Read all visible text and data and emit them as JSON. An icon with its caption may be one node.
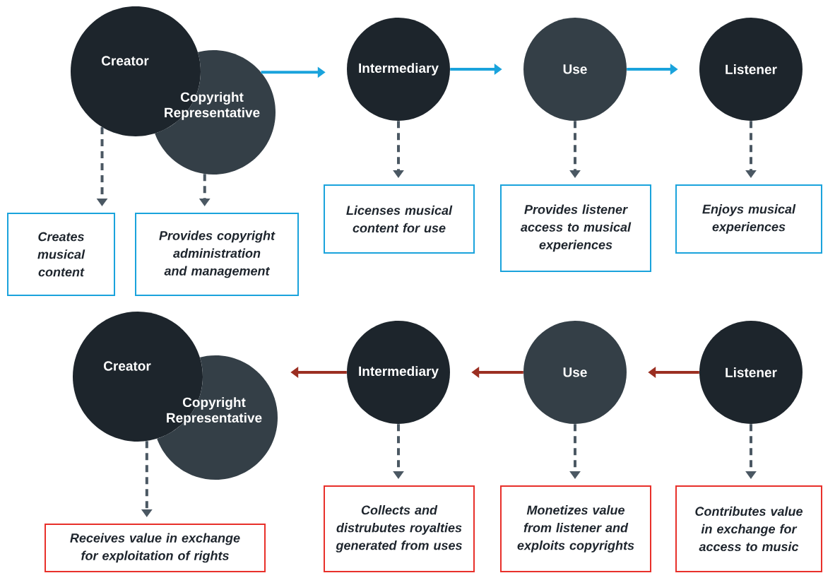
{
  "diagram": {
    "nodes": [
      {
        "text": [
          "Creator"
        ]
      },
      {
        "text": [
          "Copyright Representative"
        ]
      },
      {
        "text": [
          "Intermediary"
        ]
      },
      {
        "text": [
          "Use"
        ]
      },
      {
        "text": [
          "Listener"
        ]
      },
      {
        "text": [
          "Creates musical content"
        ]
      },
      {
        "text": [
          "Provides copyright administration and management"
        ]
      },
      {
        "text": [
          "Licenses musical content for use"
        ]
      },
      {
        "text": [
          "Provides listener access to musical experiences"
        ]
      },
      {
        "text": [
          "Enjoys musical experiences"
        ]
      },
      {
        "text": [
          "Creator"
        ]
      },
      {
        "text": [
          "Copyright Representative"
        ]
      },
      {
        "text": [
          "Intermediary"
        ]
      },
      {
        "text": [
          "Use"
        ]
      },
      {
        "text": [
          "Listener"
        ]
      },
      {
        "text": [
          "Receives value in exchange for exploitation of rights"
        ]
      },
      {
        "text": [
          "Collects and distrubutes royalties generated from uses"
        ]
      },
      {
        "text": [
          "Monetizes value from listener and exploits copyrights"
        ]
      },
      {
        "text": [
          "Contributes value in exchange for access to music"
        ]
      }
    ],
    "edges": [
      {
        "from": 1,
        "to": 2,
        "arrow": "to",
        "color": "#1aa3dc"
      },
      {
        "from": 2,
        "to": 3,
        "arrow": "to",
        "color": "#1aa3dc"
      },
      {
        "from": 3,
        "to": 4,
        "arrow": "to",
        "color": "#1aa3dc"
      },
      {
        "from": 0,
        "to": 5,
        "arrow": "to",
        "style": "dashed"
      },
      {
        "from": 1,
        "to": 6,
        "arrow": "to",
        "style": "dashed"
      },
      {
        "from": 2,
        "to": 7,
        "arrow": "to",
        "style": "dashed"
      },
      {
        "from": 3,
        "to": 8,
        "arrow": "to",
        "style": "dashed"
      },
      {
        "from": 4,
        "to": 9,
        "arrow": "to",
        "style": "dashed"
      },
      {
        "from": 12,
        "to": 11,
        "arrow": "to",
        "color": "#9b2f22"
      },
      {
        "from": 13,
        "to": 12,
        "arrow": "to",
        "color": "#9b2f22"
      },
      {
        "from": 14,
        "to": 13,
        "arrow": "to",
        "color": "#9b2f22"
      },
      {
        "from": 10,
        "to": 15,
        "arrow": "to",
        "style": "dashed"
      },
      {
        "from": 12,
        "to": 16,
        "arrow": "to",
        "style": "dashed"
      },
      {
        "from": 13,
        "to": 17,
        "arrow": "to",
        "style": "dashed"
      },
      {
        "from": 14,
        "to": 18,
        "arrow": "to",
        "style": "dashed"
      }
    ]
  }
}
